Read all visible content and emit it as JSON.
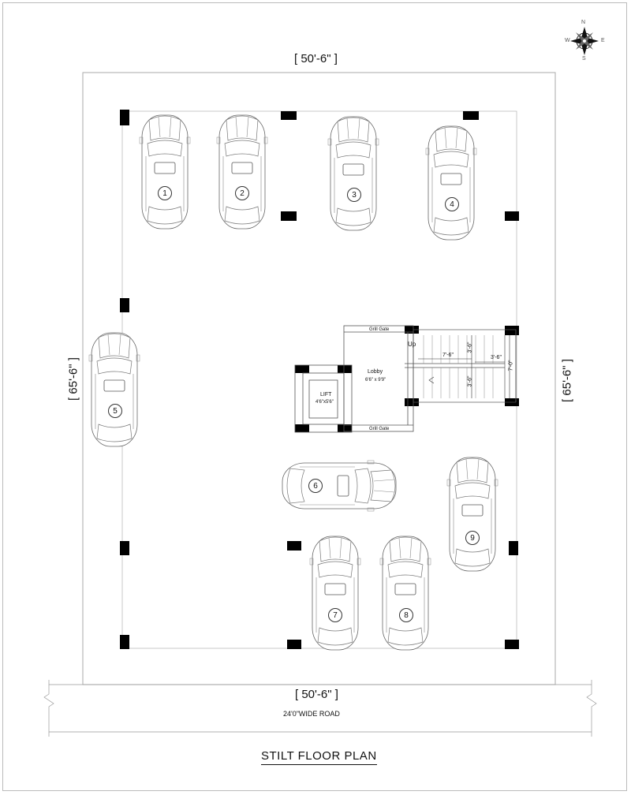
{
  "title": "STILT FLOOR PLAN",
  "dimensions": {
    "top": "[ 50'-6\" ]",
    "bottom": "[ 50'-6\" ]",
    "left": "[ 65'-6\" ]",
    "right": "[ 65'-6\" ]"
  },
  "road_label": "24'0\"WIDE ROAD",
  "lobby": {
    "label": "Lobby",
    "size": "6'6\" x 9'9\""
  },
  "lift": {
    "label": "LIFT",
    "size": "4'6\"x5'6\""
  },
  "grill_gate_top": "Grill Gate",
  "grill_gate_bottom": "Grill Gate",
  "stair": {
    "up": "Up",
    "dim_run": "7'-6\"",
    "dim_width": "3'-6\"",
    "dim_flight_top": "3'-6\"",
    "dim_flight_bottom": "3'-6\"",
    "dim_total": "7'-0\""
  },
  "compass": {
    "n": "N",
    "s": "S",
    "e": "E",
    "w": "W"
  },
  "cars": [
    "1",
    "2",
    "3",
    "4",
    "5",
    "6",
    "7",
    "8",
    "9"
  ]
}
